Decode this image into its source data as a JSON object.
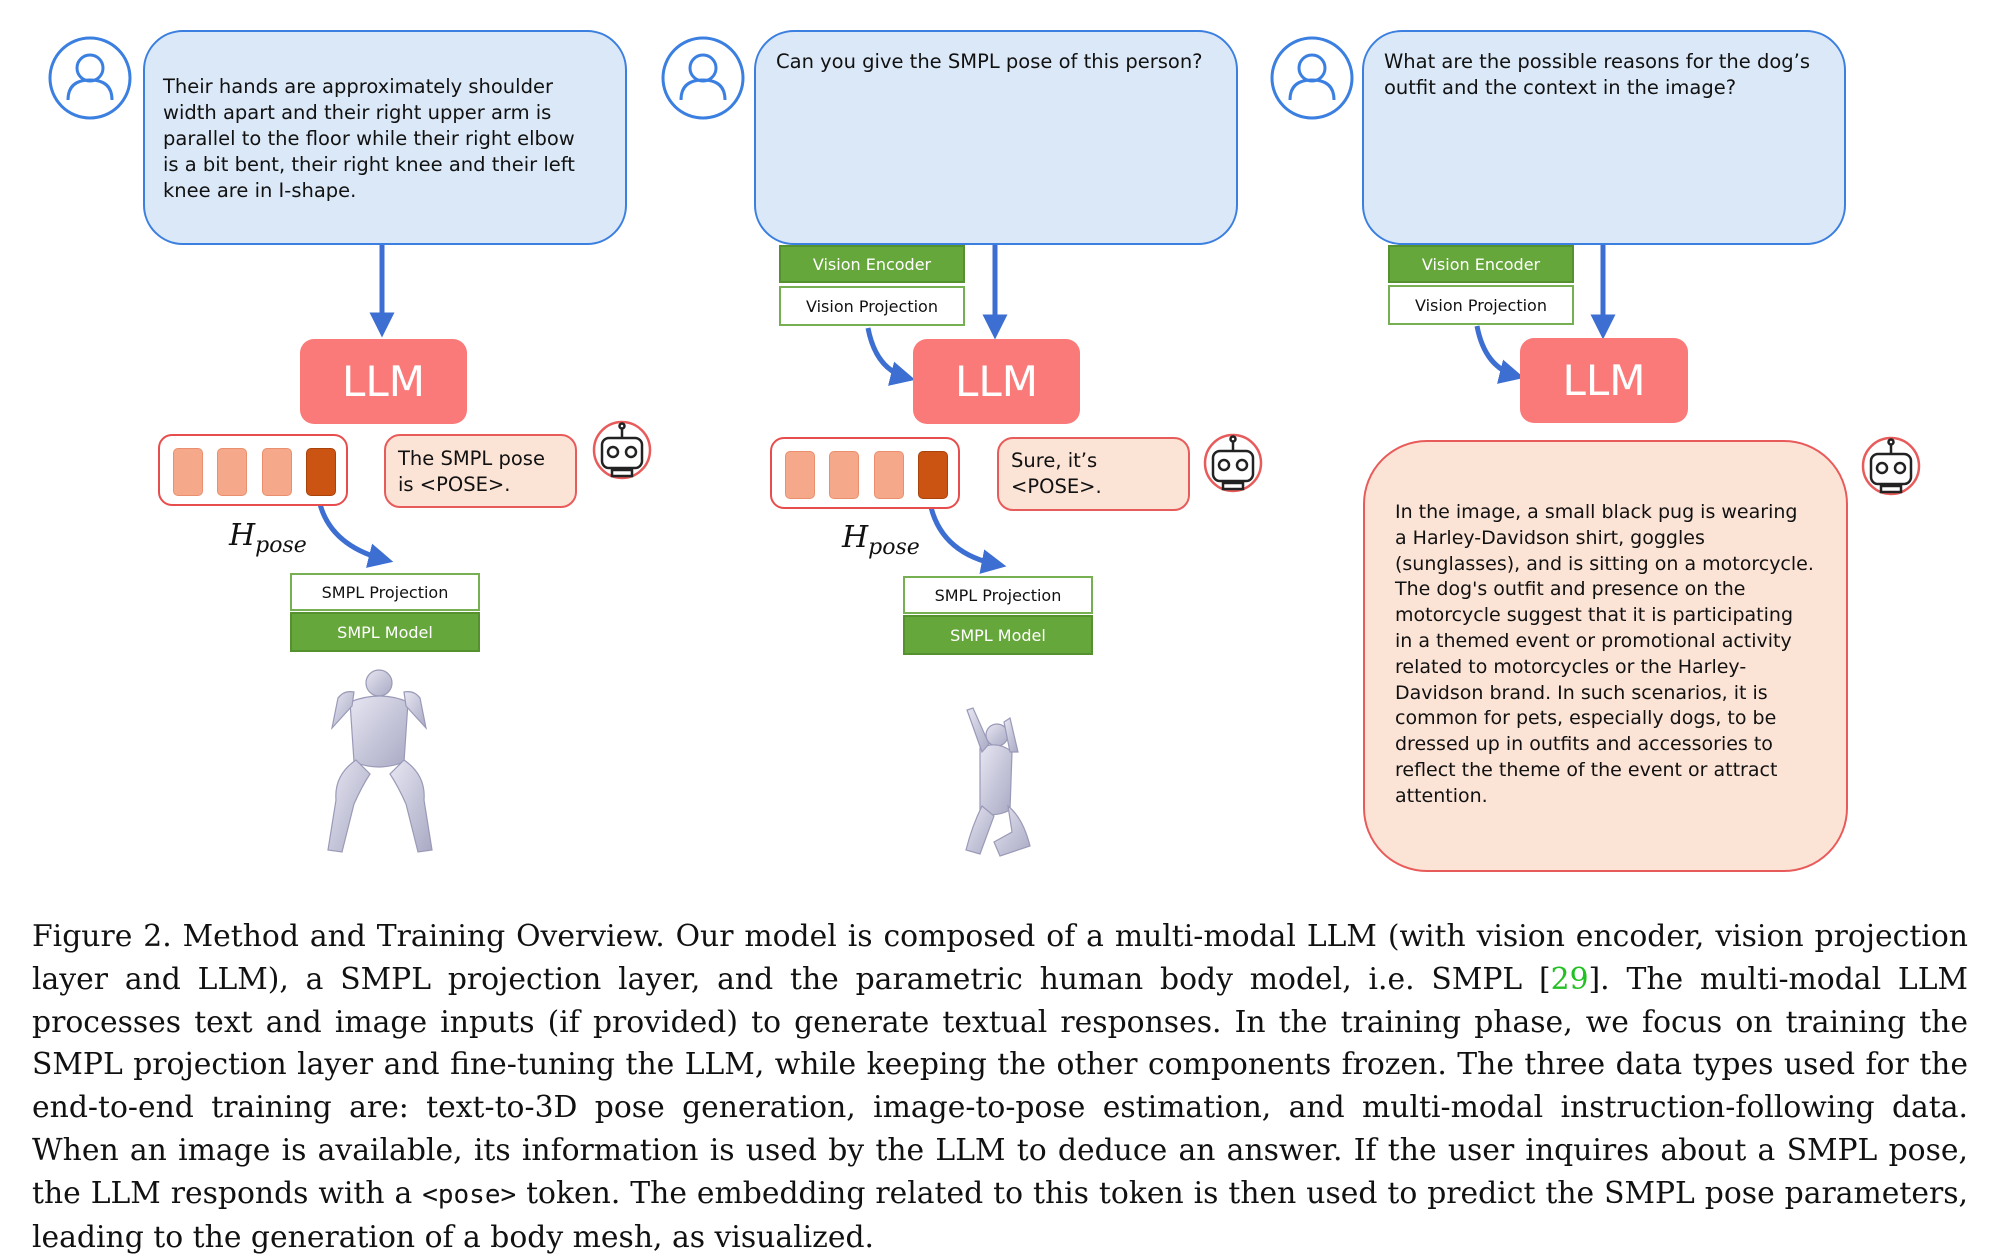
{
  "panels": [
    {
      "question": "Their hands are approximately shoulder\nwidth apart and their right upper arm is\nparallel to the floor while their right elbow\nis a bit bent, their right knee and their left\nknee are in I-shape.",
      "llm_label": "LLM",
      "reply": "The SMPL pose\nis <POSE>.",
      "hpose_main": "H",
      "hpose_sub": "pose",
      "smpl_projection": "SMPL Projection",
      "smpl_model": "SMPL Model"
    },
    {
      "question": "Can you give the SMPL pose of this person?",
      "vision_encoder": "Vision Encoder",
      "vision_projection": "Vision Projection",
      "llm_label": "LLM",
      "reply": "Sure, it’s <POSE>.",
      "hpose_main": "H",
      "hpose_sub": "pose",
      "smpl_projection": "SMPL Projection",
      "smpl_model": "SMPL Model"
    },
    {
      "question": "What are the possible reasons for the dog’s\noutfit and the context in the image?",
      "vision_encoder": "Vision Encoder",
      "vision_projection": "Vision Projection",
      "llm_label": "LLM",
      "reply": "In the image, a small black pug is wearing\na Harley-Davidson shirt, goggles\n(sunglasses), and is sitting on a motorcycle.\nThe dog's outfit and presence on the\nmotorcycle suggest that it is participating\nin a themed event or promotional activity\nrelated to motorcycles or the Harley-\nDavidson brand. In such scenarios, it is\ncommon for pets, especially dogs, to be\ndressed up in outfits and accessories to\nreflect the theme of the event or attract\nattention."
    }
  ],
  "caption": {
    "part1": "Figure 2. Method and Training Overview. Our model is composed of a multi-modal LLM (with vision encoder, vision projection layer and LLM), a SMPL projection layer, and the parametric human body model, i.e. SMPL [",
    "cite": "29",
    "part2": "]. The multi-modal LLM processes text and image inputs (if provided) to generate textual responses. In the training phase, we focus on training the SMPL projection layer and fine-tuning the LLM, while keeping the other components frozen. The three data types used for the end-to-end training are: text-to-3D pose generation, image-to-pose estimation, and multi-modal instruction-following data. When an image is available, its information is used by the LLM to deduce an answer. If the user inquires about a SMPL pose, the LLM responds with a ",
    "token": "<pose>",
    "part3": " token. The embedding related to this token is then used to predict the SMPL pose parameters, leading to the generation of a body mesh, as visualized."
  },
  "colors": {
    "bubble_fill": "#dbe8f7",
    "bubble_border": "#3b7fe0",
    "llm": "#fa7a7a",
    "green": "#66a73c",
    "reply_fill": "#fbe3d6",
    "reply_border": "#e85b5b",
    "arrow": "#3c6fd1",
    "token_light": "#f5a98a",
    "token_dark": "#cc5412"
  },
  "icons": [
    "user-icon",
    "robot-icon",
    "person-photo",
    "pug-photo",
    "body-mesh"
  ]
}
